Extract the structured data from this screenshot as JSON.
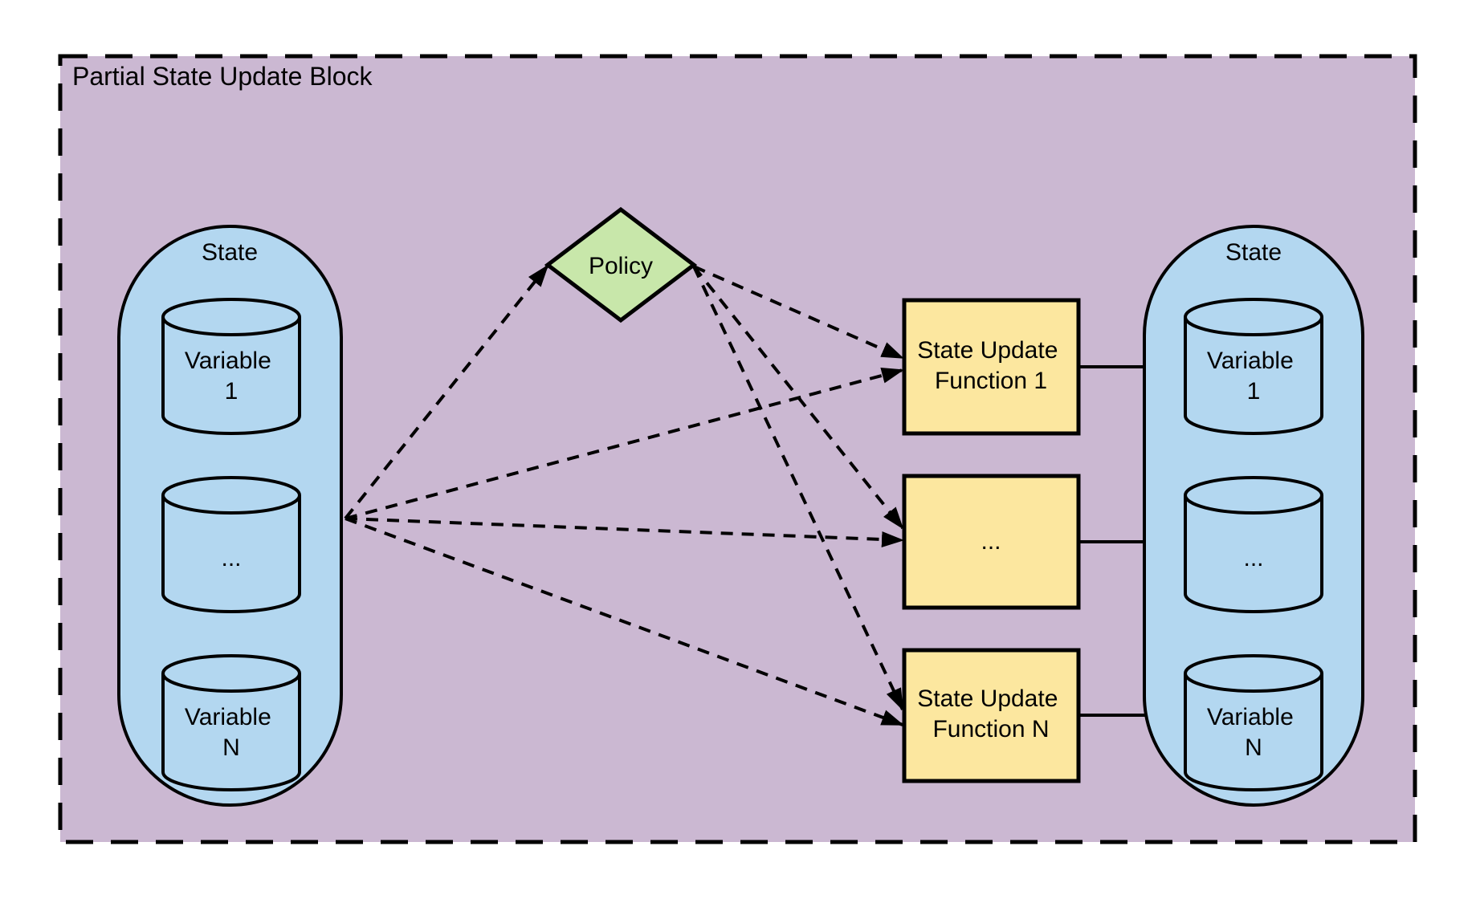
{
  "title": "Partial State Update Block",
  "colors": {
    "container_fill": "#CBB8D2",
    "state_fill": "#B3D7F0",
    "policy_fill": "#C8E7AA",
    "function_fill": "#FCE79F",
    "stroke": "#000000"
  },
  "left_state": {
    "label": "State",
    "variables": [
      {
        "line1": "Variable",
        "line2": "1"
      },
      {
        "line1": "..."
      },
      {
        "line1": "Variable",
        "line2": "N"
      }
    ]
  },
  "policy": {
    "label": "Policy"
  },
  "functions": [
    {
      "line1": "State Update",
      "line2": "Function 1"
    },
    {
      "line1": "..."
    },
    {
      "line1": "State Update",
      "line2": "Function N"
    }
  ],
  "right_state": {
    "label": "State",
    "variables": [
      {
        "line1": "Variable",
        "line2": "1"
      },
      {
        "line1": "..."
      },
      {
        "line1": "Variable",
        "line2": "N"
      }
    ]
  }
}
